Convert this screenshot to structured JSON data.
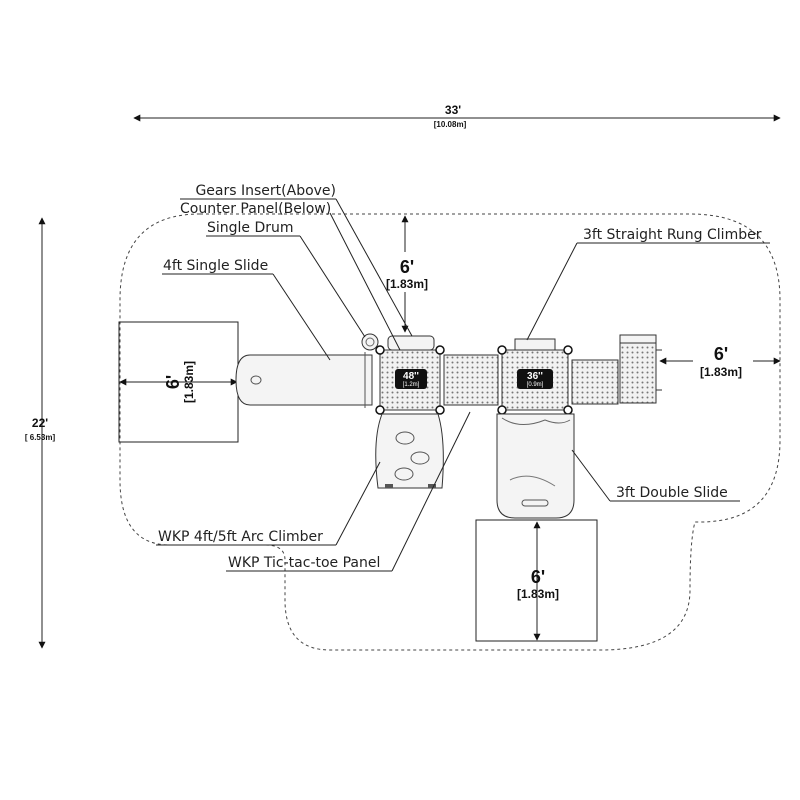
{
  "dimensions": {
    "width": {
      "feet": "33'",
      "meters": "[10.08m]"
    },
    "depth": {
      "feet": "22'",
      "meters": "[ 6.53m]"
    }
  },
  "safety_zones": {
    "top": {
      "feet": "6'",
      "meters": "[1.83m]"
    },
    "left": {
      "feet": "6'",
      "meters": "[1.83m]"
    },
    "right": {
      "feet": "6'",
      "meters": "[1.83m]"
    },
    "bottom": {
      "feet": "6'",
      "meters": "[1.83m]"
    }
  },
  "decks": {
    "deck_48": {
      "height": "48''",
      "meters": "[1.2m]"
    },
    "deck_36": {
      "height": "36''",
      "meters": "[0.9m]"
    }
  },
  "component_labels": {
    "gears_insert": "Gears Insert(Above)",
    "counter_panel": "Counter Panel(Below)",
    "single_drum": "Single Drum",
    "single_slide_4ft": "4ft Single Slide",
    "rung_climber_3ft": "3ft Straight Rung Climber",
    "double_slide_3ft": "3ft Double Slide",
    "arc_climber": "WKP 4ft/5ft Arc Climber",
    "tic_tac_toe": "WKP Tic-tac-toe Panel"
  }
}
